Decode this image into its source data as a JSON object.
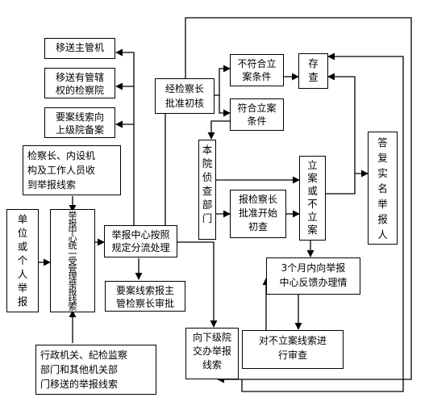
{
  "nodes": {
    "transfer_main": "移送主管机",
    "transfer_proc": "移送有管辖\n权的检察院",
    "report_up": "要案线索向\n上级院备案",
    "internal_staff": "检察长、内设机\n构及工作人员收\n到举报线索",
    "unit_person": "单\n位\n或\n个\n人\n举\n报",
    "center_receive": "举\n报\n中\n心\n统\n一\n受\n管\n理\n举\n报\n线\n索",
    "center_process": "举报中心按照\n规定分流处理",
    "key_case": "要案线索报主\n管检察长审批",
    "other_agencies": "行政机关、纪检监察\n部门和其他机关部\n门移送的举报线索",
    "chief_approve": "经检察长\n批准初核",
    "not_meet": "不符合立\n案条件",
    "meet": "符合立案\n条件",
    "archive": "存\n查",
    "investigation": "本\n院\n侦\n查\n部\n门",
    "report_initial": "报检察长\n批准开始\n初查",
    "case_decision": "立\n案\n或\n不\n立\n案",
    "reply": "答\n复\n实\n名\n举\n报\n人",
    "three_month": "3个月内向举报\n中心反馈办理情",
    "lower_court": "向下级院\n交办举报\n线索",
    "review_nocase": "对不立案线索进\n行审查"
  }
}
